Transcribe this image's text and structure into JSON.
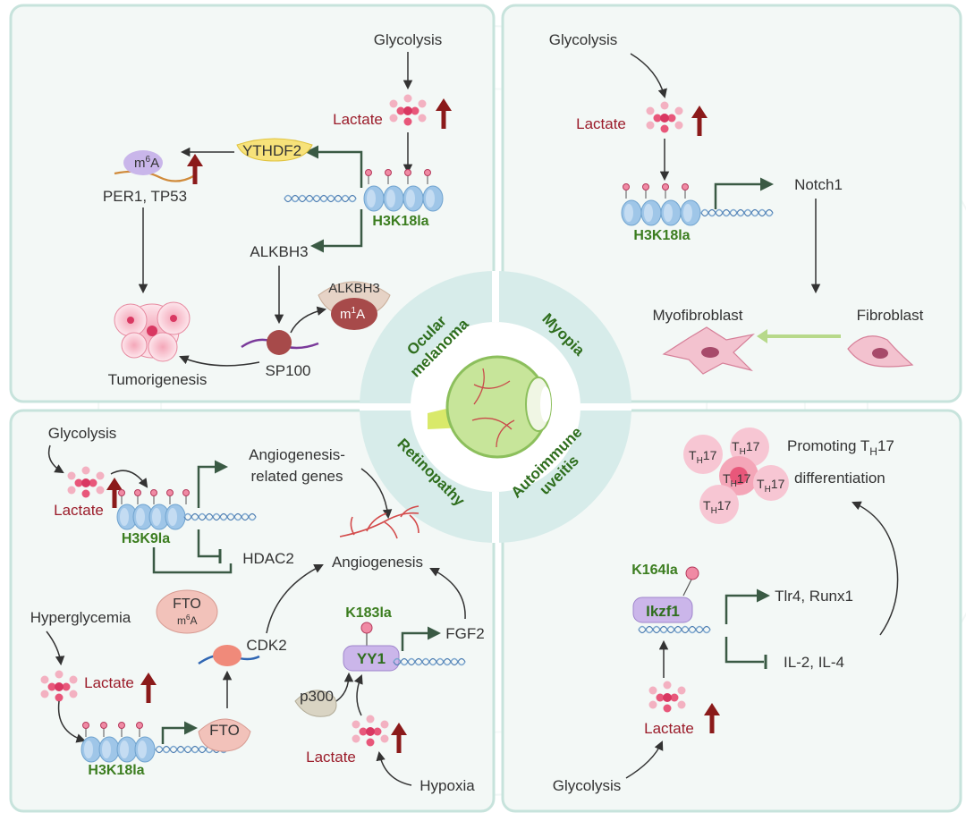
{
  "panels": {
    "ocular_melanoma": {
      "disease": [
        "Ocular",
        "melanoma"
      ],
      "glycolysis": "Glycolysis",
      "lactate": "Lactate",
      "mark": "H3K18la",
      "ythdf2": "YTHDF2",
      "m6a_base": "m",
      "m6a_sup": "6",
      "m6a_tail": "A",
      "per1": "PER1, TP53",
      "alkbh3": "ALKBH3",
      "alkbh3_b": "ALKBH3",
      "m1a_base": "m",
      "m1a_sup": "1",
      "m1a_tail": "A",
      "sp100": "SP100",
      "tumorigenesis": "Tumorigenesis"
    },
    "myopia": {
      "disease": "Myopia",
      "glycolysis": "Glycolysis",
      "lactate": "Lactate",
      "mark": "H3K18la",
      "notch1": "Notch1",
      "myofibroblast": "Myofibroblast",
      "fibroblast": "Fibroblast"
    },
    "retinopathy": {
      "disease": "Retinopathy",
      "glycolysis": "Glycolysis",
      "lactate": "Lactate",
      "mark": "H3K9la",
      "genes": [
        "Angiogenesis-",
        "related genes"
      ],
      "hdac2": "HDAC2",
      "angiogenesis": "Angiogenesis",
      "fto": "FTO",
      "m6a_base": "m",
      "m6a_sup": "6",
      "m6a_tail": "A",
      "cdk2": "CDK2",
      "hyperglycemia": "Hyperglycemia",
      "lactate2": "Lactate",
      "mark2": "H3K18la",
      "fto2": "FTO",
      "k183": "K183la",
      "yy1": "YY1",
      "fgf2": "FGF2",
      "p300": "p300",
      "lactate3": "Lactate",
      "hypoxia": "Hypoxia"
    },
    "uveitis": {
      "disease": [
        "Autoimmune",
        "uveitis"
      ],
      "th": "T",
      "th_sub": "H",
      "th_num": "17",
      "promoting_a": "Promoting T",
      "promoting_sub": "H",
      "promoting_b": "17",
      "differentiation": "differentiation",
      "k164": "K164la",
      "ikzf1": "Ikzf1",
      "tlr4": "Tlr4, Runx1",
      "il": "IL-2, IL-4",
      "lactate": "Lactate",
      "glycolysis": "Glycolysis"
    }
  },
  "colors": {
    "panel_fill": "#f3f8f6",
    "panel_border": "#c7e3dc",
    "ring": "#d7ecea",
    "lactate_text": "#9b1c2a",
    "mark_text": "#3b7d1f",
    "up_arrow": "#8b1a1a",
    "lactate_dot": "#e8577a",
    "nucleosome": "#9fc6e8",
    "lac_mark": "#e8577a"
  }
}
